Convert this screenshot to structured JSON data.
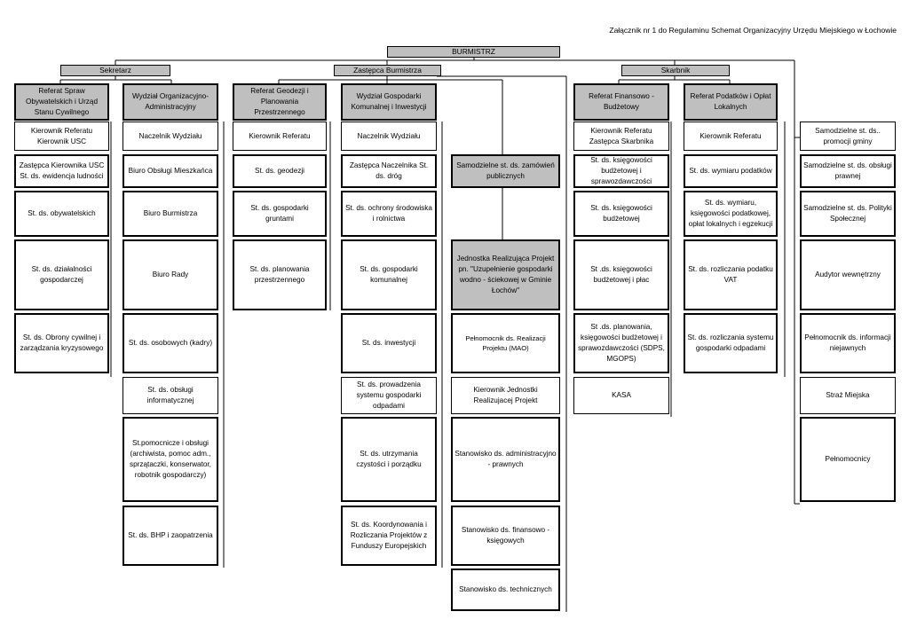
{
  "caption": "Załącznik nr 1 do Regulaminu Schemat Organizacyjny Urzędu Miejskiego w Łochowie",
  "top": {
    "burmistrz": "BURMISTRZ",
    "sekretarz": "Sekretarz",
    "zastepca": "Zastępca Burmistrza",
    "skarbnik": "Skarbnik"
  },
  "col1": {
    "head": "Referat Spraw Obywatelskich i Urząd Stanu Cywilnego",
    "lead": "Kierownik Referatu Kierownik USC",
    "items": [
      "Zastępca Kierownika USC St. ds. ewidencja ludności",
      "St. ds. obywatelskich",
      "St. ds. działalności gospodarczej",
      "St. ds. Obrony cywilnej i zarządzania kryzysowego"
    ]
  },
  "col2": {
    "head": "Wydział Organizacyjno-Administracyjny",
    "lead": "Naczelnik Wydziału",
    "items": [
      "Biuro Obsługi Mieszkańca",
      "Biuro Burmistrza",
      "Biuro Rady",
      "St. ds. osobowych (kadry)",
      "St. ds. obsługi informatycznej",
      "St.pomocnicze i obsługi (archiwista, pomoc adm., sprzątaczki, konserwator, robotnik gospodarczy)",
      "St. ds. BHP i zaopatrzenia"
    ]
  },
  "col3": {
    "head": "Referat Geodezji i Planowania Przestrzennego",
    "lead": "Kierownik Referatu",
    "items": [
      "St. ds. geodezji",
      "St. ds. gospodarki gruntami",
      "St. ds. planowania przestrzennego"
    ]
  },
  "col4": {
    "head": "Wydział Gospodarki Komunalnej i Inwestycji",
    "lead": "Naczelnik Wydziału",
    "items": [
      "Zastępca Naczelnika St. ds. dróg",
      "St. ds. ochrony środowiska i rolnictwa",
      "St. ds. gospodarki komunalnej",
      "St. ds. inwestycji",
      "St. ds. prowadzenia systemu gospodarki odpadami",
      "St. ds. utrzymania czystości i porządku",
      "St. ds. Koordynowania i Rozliczania Projektów z Funduszy Europejskich"
    ]
  },
  "col5": {
    "zamowienia": "Samodzielne st. ds. zamówień publicznych",
    "jednostka": "Jednostka Realizująca Projekt pn. \"Uzupełnienie gospodarki wodno - ściekowej w Gminie Łochów\"",
    "items": [
      "Pełnomocnik ds. Realizacji Projektu (MAO)",
      "Kierownik Jednostki Realizujacej Projekt",
      "Stanowisko ds. administracyjno - prawnych",
      "Stanowisko ds. finansowo - księgowych",
      "Stanowisko ds. technicznych"
    ]
  },
  "col6": {
    "head": "Referat Finansowo - Budżetowy",
    "lead": "Kierownik Referatu Zastępca Skarbnika",
    "items": [
      "St. ds. księgowości budżetowej i sprawozdawczości",
      "St. ds. księgowości budżetowej",
      "St .ds. księgowości budżetowej i płac",
      "St .ds. planowania, księgowości budżetowej i sprawozdawczości (SDPS, MGOPS)",
      "KASA"
    ]
  },
  "col7": {
    "head": "Referat Podatków i Opłat Lokalnych",
    "lead": "Kierownik Referatu",
    "items": [
      "St. ds. wymiaru podatków",
      "St. ds. wymiaru, księgowości podatkowej, opłat lokalnych i egzekucji",
      "St. ds. rozliczania podatku VAT",
      "St. ds. rozliczania systemu gospodarki odpadami"
    ]
  },
  "col8": {
    "lead": "Samodzielne st. ds.. promocji gminy",
    "items": [
      "Samodzielne st. ds. obsługi prawnej",
      "Samodzielne st. ds. Polityki Społecznej",
      "Audytor wewnętrzny",
      "Pełnomocnik ds. informacji niejawnych",
      "Straż Miejska",
      "Pełnomocnicy"
    ]
  }
}
